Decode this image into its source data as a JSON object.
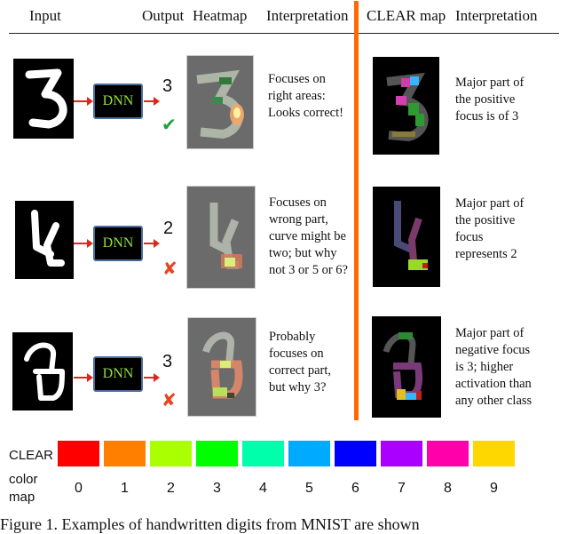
{
  "headers": {
    "input": "Input",
    "output": "Output",
    "heatmap": "Heatmap",
    "interpretation_left": "Interpretation",
    "clear_map": "CLEAR map",
    "interpretation_right": "Interpretation"
  },
  "model_label": "DNN",
  "rows": [
    {
      "input_digit": "3",
      "output": "3",
      "verdict": "correct",
      "verdict_symbol": "✔",
      "verdict_color": "#1aa23a",
      "heatmap_interpretation": [
        "Focuses on",
        "right areas:",
        "Looks correct!"
      ],
      "clear_interpretation": [
        "Major part of",
        "the positive",
        "focus is of 3"
      ]
    },
    {
      "input_digit": "4",
      "output": "2",
      "verdict": "wrong",
      "verdict_symbol": "✘",
      "verdict_color": "#e8441f",
      "heatmap_interpretation": [
        "Focuses on",
        "wrong part,",
        "curve might be",
        "two; but why",
        "not 3 or 5 or 6?"
      ],
      "clear_interpretation": [
        "Major part of",
        "the positive",
        "focus",
        "represents 2"
      ]
    },
    {
      "input_digit": "2",
      "output": "3",
      "verdict": "wrong",
      "verdict_symbol": "✘",
      "verdict_color": "#e8441f",
      "heatmap_interpretation": [
        "Probably",
        "focuses on",
        "correct part,",
        "but why 3?"
      ],
      "clear_interpretation": [
        "Major part of",
        "negative focus",
        "is 3; higher",
        "activation than",
        "any other class"
      ]
    }
  ],
  "legend": {
    "label_lines": [
      "CLEAR",
      "color",
      "map"
    ],
    "entries": [
      {
        "digit": "0",
        "color": "#FF0000"
      },
      {
        "digit": "1",
        "color": "#FF7F00"
      },
      {
        "digit": "2",
        "color": "#AAFF00"
      },
      {
        "digit": "3",
        "color": "#00FF00"
      },
      {
        "digit": "4",
        "color": "#00FFAA"
      },
      {
        "digit": "5",
        "color": "#00AAFF"
      },
      {
        "digit": "6",
        "color": "#0000FF"
      },
      {
        "digit": "7",
        "color": "#AA00FF"
      },
      {
        "digit": "8",
        "color": "#FF00AA"
      },
      {
        "digit": "9",
        "color": "#FFD700"
      }
    ]
  },
  "colors": {
    "divider": "#FF6A00",
    "dnn_text": "#8FE03A",
    "dnn_border": "#4A6D9A",
    "arrow": "#E0261A",
    "heatmap_bg": "#6B6B6B"
  },
  "caption": "Figure 1. Examples of handwritten digits from MNIST are shown"
}
